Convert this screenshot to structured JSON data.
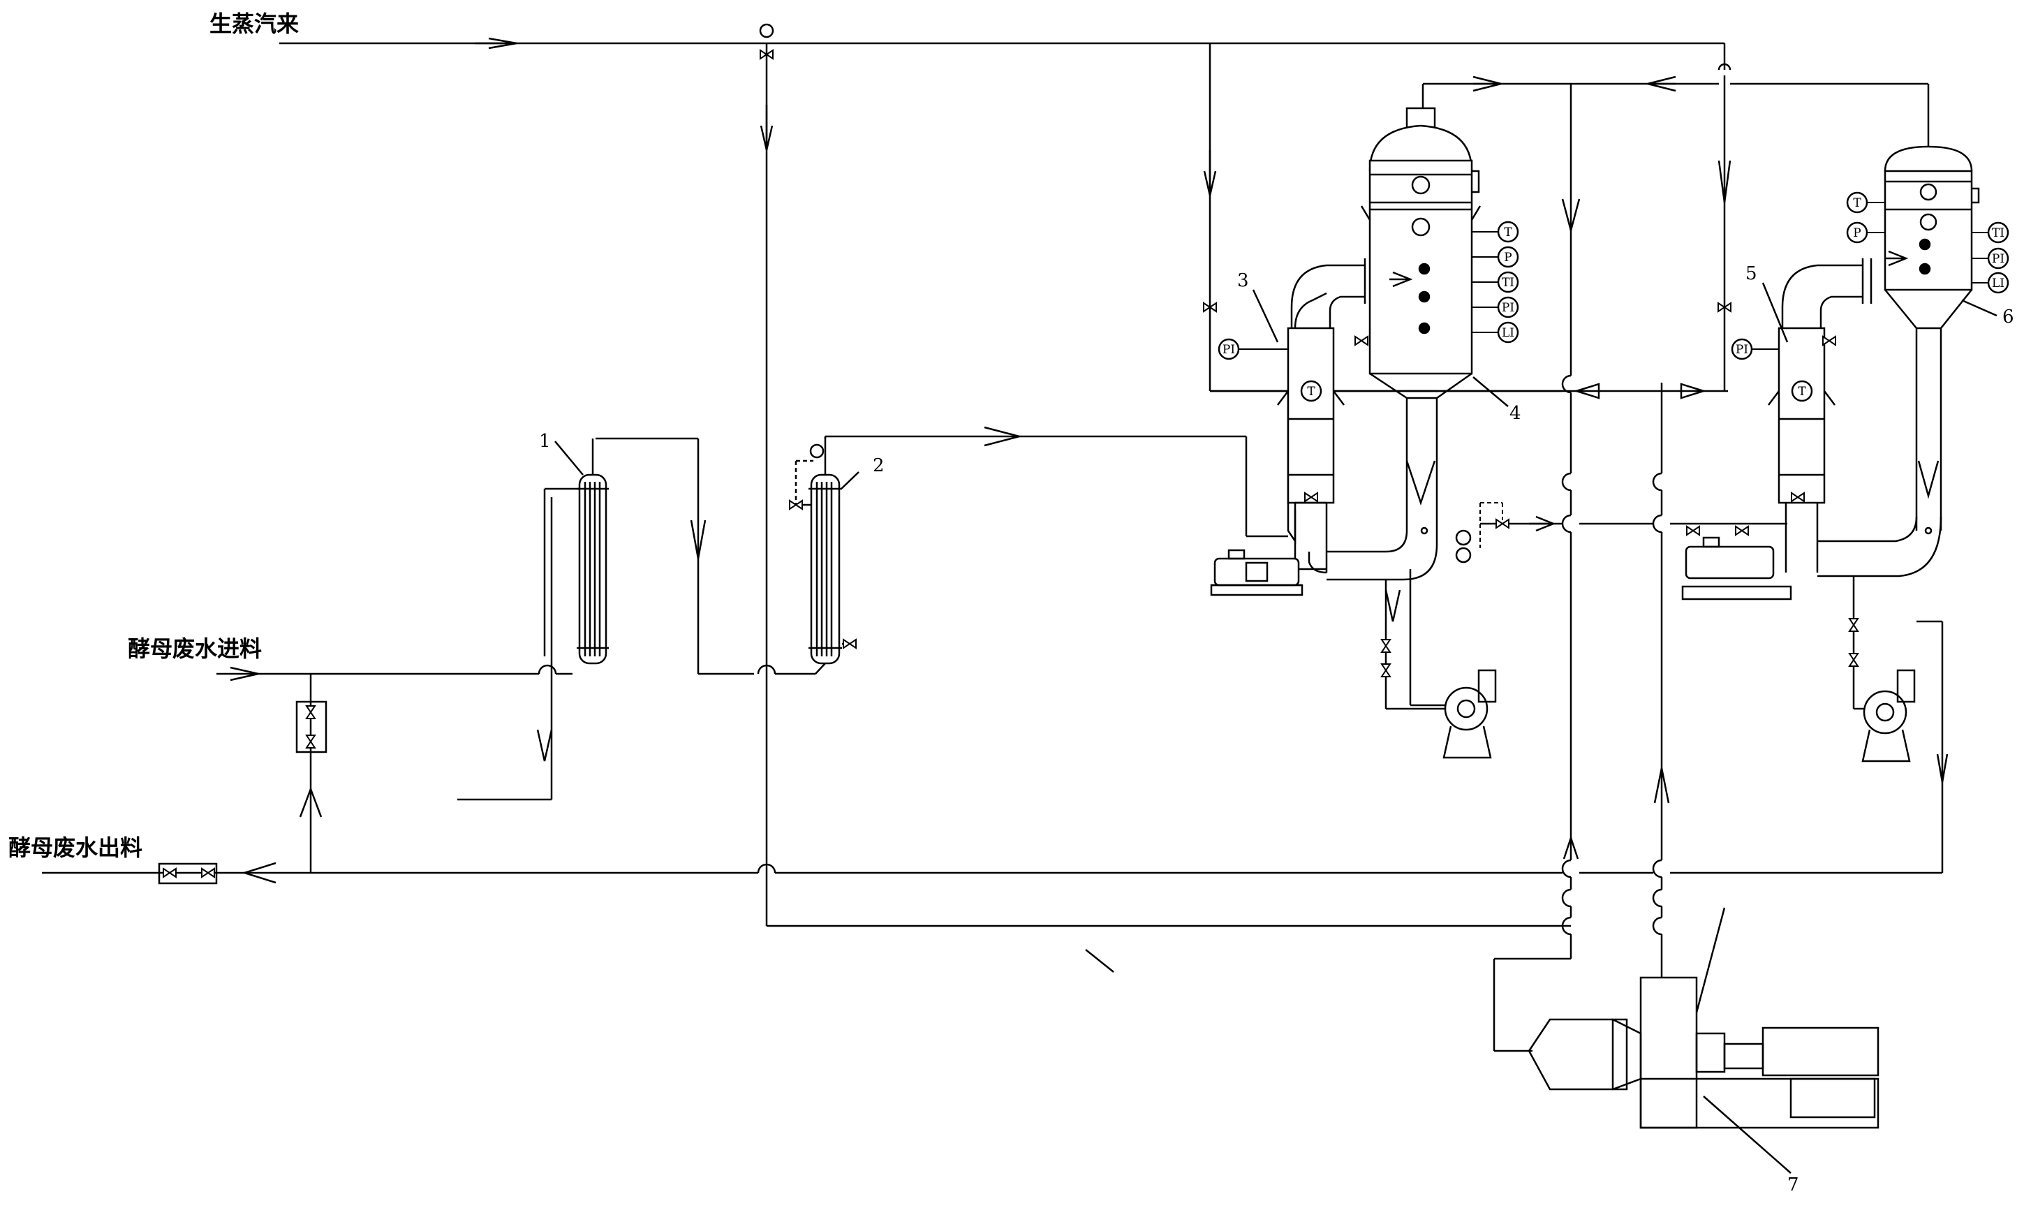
{
  "labels": {
    "steam_in": "生蒸汽来",
    "feed_in": "酵母废水进料",
    "discharge_out": "酵母废水出料"
  },
  "callouts": [
    "1",
    "2",
    "3",
    "4",
    "5",
    "6",
    "7"
  ],
  "instruments": {
    "temp": "T",
    "press": "P",
    "temp_ind": "TI",
    "press_ind": "PI",
    "level_ind": "LI"
  },
  "colors": {
    "line": "#000000",
    "background": "#ffffff"
  }
}
